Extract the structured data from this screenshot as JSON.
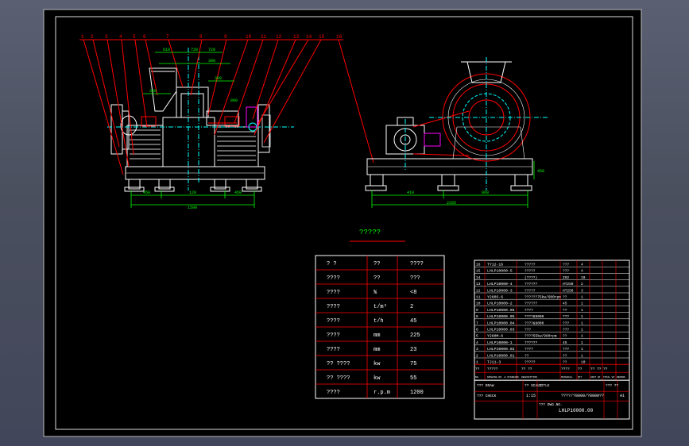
{
  "drawing": {
    "title": "?????",
    "callouts": [
      "1",
      "2",
      "3",
      "4",
      "5",
      "6",
      "7",
      "8",
      "9",
      "10",
      "11",
      "12",
      "13",
      "14",
      "15",
      "16"
    ],
    "front_dims": {
      "top": [
        "610",
        "720",
        "300",
        "720"
      ],
      "inner": [
        "380",
        "380",
        "880"
      ],
      "bottom": [
        "450",
        "120",
        "450"
      ],
      "overall": "1590"
    },
    "side_dims": {
      "bottom": [
        "410",
        "960"
      ],
      "overall": "2285",
      "height": "450"
    }
  },
  "spec_table": {
    "header": [
      "? ?",
      "??",
      "????"
    ],
    "rows": [
      [
        "????",
        "??",
        "???"
      ],
      [
        "????",
        "%",
        "<8"
      ],
      [
        "????",
        "t/m³",
        "2"
      ],
      [
        "????",
        "t/h",
        "45"
      ],
      [
        "????",
        "mm",
        "225"
      ],
      [
        "????",
        "mm",
        "23"
      ],
      [
        "?? ????",
        "kw",
        "75"
      ],
      [
        "?? ????",
        "kw",
        "55"
      ],
      [
        "????",
        "r.p.m",
        "1200"
      ]
    ]
  },
  "bom": {
    "rows": [
      [
        "16",
        "TY12-16",
        "?????",
        "???",
        "4",
        ""
      ],
      [
        "15",
        "LHLP10000-5",
        "?????",
        "???",
        "4",
        ""
      ],
      [
        "14",
        "",
        "(????)",
        "Z92",
        "10",
        ""
      ],
      [
        "13",
        "LHLP10000-4",
        "??????",
        "HT250",
        "2",
        ""
      ],
      [
        "12",
        "LHLP10000-3",
        "?????",
        "HT250",
        "3",
        ""
      ],
      [
        "11",
        "Y280S-6",
        "??????75kw/600rpm",
        "??",
        "1",
        ""
      ],
      [
        "10",
        "LHLP10000-2",
        "??????",
        "45",
        "1",
        ""
      ],
      [
        "9",
        "LHLP10000.05",
        "????",
        "??",
        "1",
        ""
      ],
      [
        "8",
        "LHLP10000.05",
        "????&9000",
        "???",
        "1",
        ""
      ],
      [
        "7",
        "LHLP10000.04",
        "????&9000",
        "???",
        "1",
        ""
      ],
      [
        "6",
        "LHLP10000.03",
        "???",
        "???",
        "1",
        ""
      ],
      [
        "5",
        "Y280M-6",
        "????55kw/980rpm",
        "??",
        "1",
        ""
      ],
      [
        "4",
        "LHLP10000-1",
        "??????",
        "45",
        "1",
        ""
      ],
      [
        "3",
        "LHLP10000.02",
        "????",
        "???",
        "1",
        ""
      ],
      [
        "2",
        "LHLP10000.01",
        "??",
        "??",
        "1",
        ""
      ],
      [
        "1",
        "TJ11-3",
        "?????",
        "??",
        "10",
        ""
      ]
    ],
    "header_cn": [
      "??",
      "?????",
      "?? ??",
      "????",
      "??",
      "?? ??",
      "??"
    ],
    "header_en": [
      "NO.",
      "DRAWING NO. & STANDARD",
      "DESCRIPTION",
      "MATERIAL",
      "QTY",
      "UNIT WT",
      "TOTAL WT",
      "REMARK"
    ],
    "title_block": {
      "drawing_title": "????/?8000/?8000??",
      "drawing_no": "LHLP10000.00",
      "scale": "1:15",
      "sheet_label": "??? ??",
      "size": "A1",
      "design": "??? DRAW",
      "check": "??? CHECK",
      "approve": "?? SCALE",
      "title_label": "TITLE",
      "dwg_no_label": "??? DWG.NO."
    }
  },
  "colors": {
    "frame": "#ffffff",
    "body": "#ffffff",
    "callout": "#ff0000",
    "dimension": "#00ff00",
    "hidden": "#00ffff",
    "motor": "#ff00ff",
    "text": "#00ff00",
    "background": "#000000"
  }
}
